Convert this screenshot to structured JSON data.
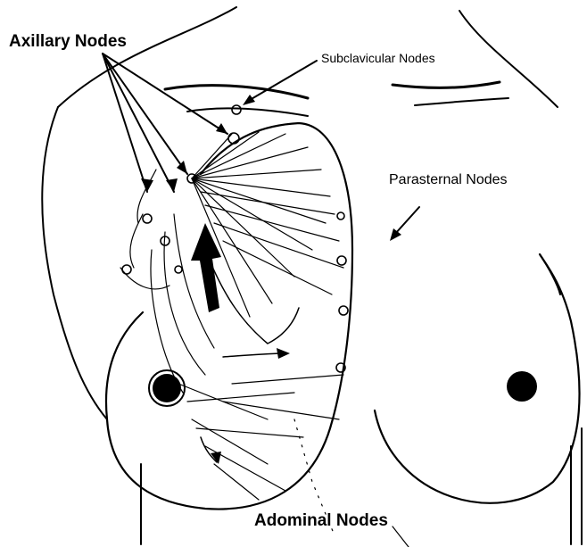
{
  "labels": {
    "axillary": "Axillary Nodes",
    "subclavicular": "Subclavicular Nodes",
    "parasternal": "Parasternal Nodes",
    "abdominal": "Adominal Nodes"
  },
  "colors": {
    "ink": "#000000",
    "background": "#ffffff"
  }
}
